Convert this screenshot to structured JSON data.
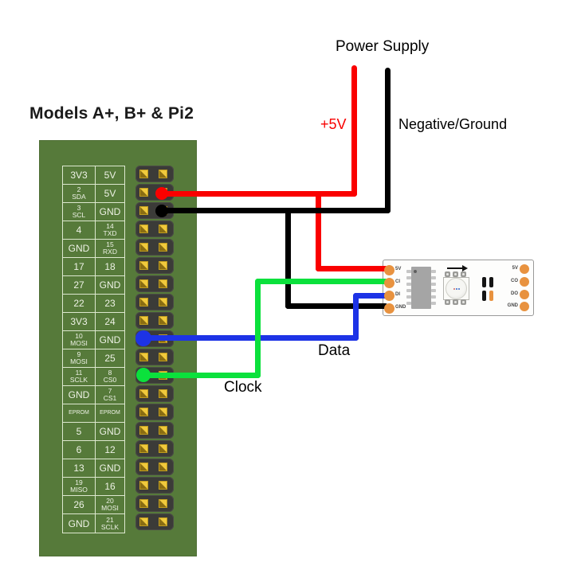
{
  "title": "Models A+, B+ & Pi2",
  "labels": {
    "power_supply": "Power Supply",
    "plus_5v": "+5V",
    "negative_ground": "Negative/Ground",
    "data": "Data",
    "clock": "Clock"
  },
  "colors": {
    "board_green": "#567a3a",
    "wire_red": "#fa0000",
    "wire_black": "#000000",
    "wire_green": "#0be13c",
    "wire_blue": "#1d33e6",
    "pad_orange": "#e8923f",
    "pin_gold": "#f0c93c",
    "header_dark": "#3b3b38"
  },
  "gpio": {
    "rows": [
      {
        "left": "3V3",
        "right": "5V"
      },
      {
        "left": "2\nSDA",
        "right": "5V"
      },
      {
        "left": "3\nSCL",
        "right": "GND"
      },
      {
        "left": "4",
        "right": "14\nTXD"
      },
      {
        "left": "GND",
        "right": "15\nRXD"
      },
      {
        "left": "17",
        "right": "18"
      },
      {
        "left": "27",
        "right": "GND"
      },
      {
        "left": "22",
        "right": "23"
      },
      {
        "left": "3V3",
        "right": "24"
      },
      {
        "left": "10\nMOSI",
        "right": "GND"
      },
      {
        "left": "9\nMOSI",
        "right": "25"
      },
      {
        "left": "11\nSCLK",
        "right": "8\nCS0"
      },
      {
        "left": "GND",
        "right": "7\nCS1"
      },
      {
        "left": "EPROM",
        "right": "EPROM"
      },
      {
        "left": "5",
        "right": "GND"
      },
      {
        "left": "6",
        "right": "12"
      },
      {
        "left": "13",
        "right": "GND"
      },
      {
        "left": "19\nMISO",
        "right": "16"
      },
      {
        "left": "26",
        "right": "20\nMOSI"
      },
      {
        "left": "GND",
        "right": "21\nSCLK"
      }
    ]
  },
  "led_module": {
    "left_pads": [
      "5V",
      "CI",
      "DI",
      "GND"
    ],
    "right_pads": [
      "5V",
      "CO",
      "DO",
      "GND"
    ]
  },
  "wires": [
    {
      "color": "red",
      "label": "+5V",
      "from": "Pi 5V pin",
      "to": "Power Supply + and strip 5V pad"
    },
    {
      "color": "black",
      "label": "Negative/Ground",
      "from": "Pi GND pin",
      "to": "Power Supply - and strip GND pad"
    },
    {
      "color": "blue",
      "label": "Data",
      "from": "Pi 10 MOSI row pin",
      "to": "strip DI pad"
    },
    {
      "color": "green",
      "label": "Clock",
      "from": "Pi 11 SCLK row pin",
      "to": "strip CI pad"
    }
  ]
}
